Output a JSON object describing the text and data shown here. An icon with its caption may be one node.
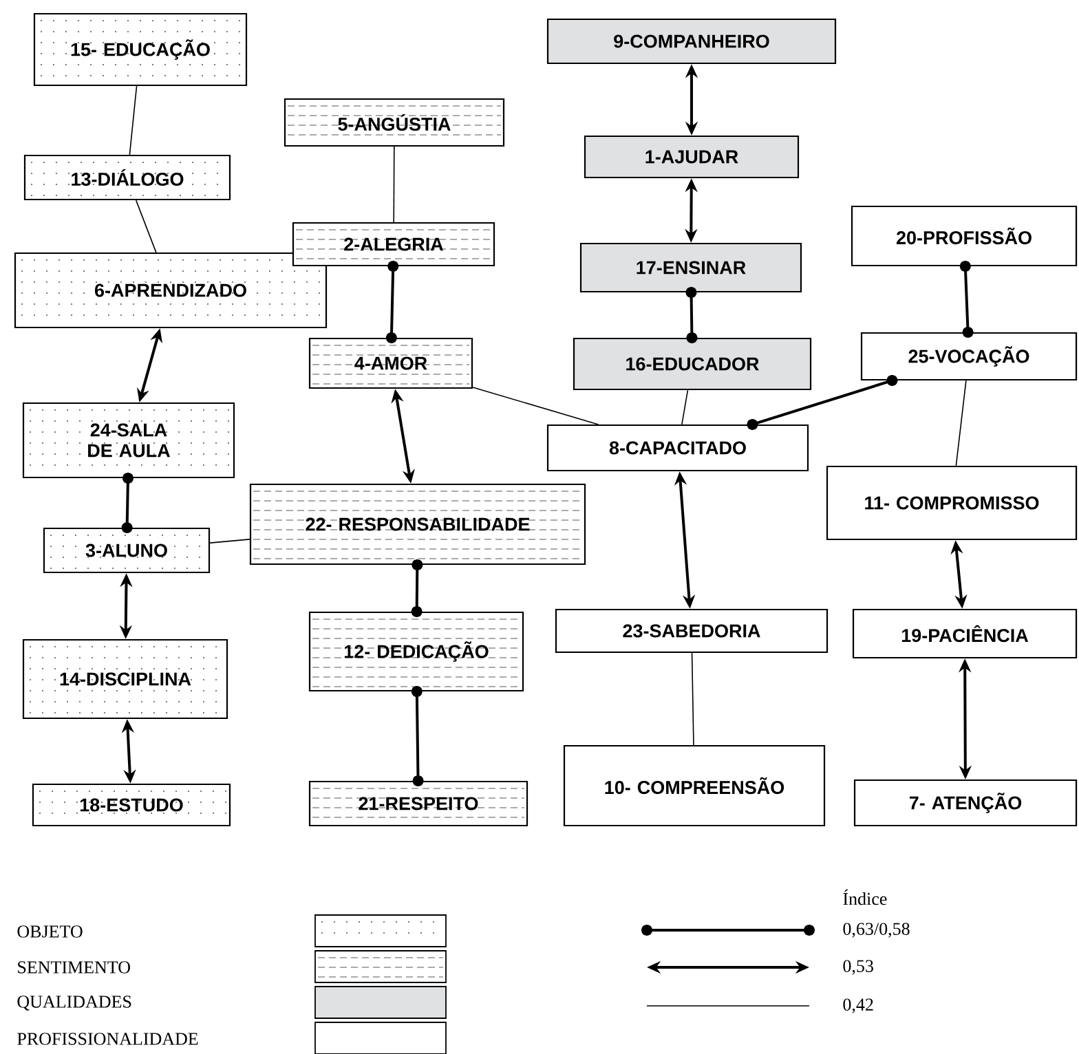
{
  "diagram": {
    "nodes": [
      {
        "text": [
          "15- EDUCAÇÃO"
        ]
      },
      {
        "text": [
          "13-DIÁLOGO"
        ]
      },
      {
        "text": [
          "6-APRENDIZADO"
        ]
      },
      {
        "text": [
          "24-SALA DE AULA"
        ]
      },
      {
        "text": [
          "3-ALUNO"
        ]
      },
      {
        "text": [
          "14-DISCIPLINA"
        ]
      },
      {
        "text": [
          "18-ESTUDO"
        ]
      },
      {
        "text": [
          "5-ANGÚSTIA"
        ]
      },
      {
        "text": [
          "2-ALEGRIA"
        ]
      },
      {
        "text": [
          "4-AMOR"
        ]
      },
      {
        "text": [
          "22- RESPONSABILIDADE"
        ]
      },
      {
        "text": [
          "12- DEDICAÇÃO"
        ]
      },
      {
        "text": [
          "21-RESPEITO"
        ]
      },
      {
        "text": [
          "9-COMPANHEIRO"
        ]
      },
      {
        "text": [
          "1-AJUDAR"
        ]
      },
      {
        "text": [
          "17-ENSINAR"
        ]
      },
      {
        "text": [
          "16-EDUCADOR"
        ]
      },
      {
        "text": [
          "8-CAPACITADO"
        ]
      },
      {
        "text": [
          "23-SABEDORIA"
        ]
      },
      {
        "text": [
          "10- COMPREENSÃO"
        ]
      },
      {
        "text": [
          "20-PROFISSÃO"
        ]
      },
      {
        "text": [
          "25-VOCAÇÃO"
        ]
      },
      {
        "text": [
          "11- COMPROMISSO"
        ]
      },
      {
        "text": [
          "19-PACIÊNCIA"
        ]
      },
      {
        "text": [
          "7- ATENÇÃO"
        ]
      }
    ],
    "edges": [
      {
        "from": 0,
        "to": 1,
        "arrow": "none"
      },
      {
        "from": 1,
        "to": 2,
        "arrow": "none"
      },
      {
        "from": 2,
        "to": 3,
        "arrow": "both"
      },
      {
        "from": 3,
        "to": 4,
        "arrow": "other"
      },
      {
        "from": 4,
        "to": 5,
        "arrow": "both"
      },
      {
        "from": 5,
        "to": 6,
        "arrow": "both"
      },
      {
        "from": 4,
        "to": 10,
        "arrow": "none"
      },
      {
        "from": 7,
        "to": 8,
        "arrow": "none"
      },
      {
        "from": 8,
        "to": 9,
        "arrow": "other"
      },
      {
        "from": 9,
        "to": 10,
        "arrow": "both"
      },
      {
        "from": 9,
        "to": 17,
        "arrow": "none"
      },
      {
        "from": 10,
        "to": 11,
        "arrow": "other"
      },
      {
        "from": 11,
        "to": 12,
        "arrow": "other"
      },
      {
        "from": 13,
        "to": 14,
        "arrow": "both"
      },
      {
        "from": 14,
        "to": 15,
        "arrow": "both"
      },
      {
        "from": 15,
        "to": 16,
        "arrow": "other"
      },
      {
        "from": 16,
        "to": 17,
        "arrow": "none"
      },
      {
        "from": 17,
        "to": 21,
        "arrow": "other"
      },
      {
        "from": 17,
        "to": 18,
        "arrow": "both"
      },
      {
        "from": 18,
        "to": 19,
        "arrow": "none"
      },
      {
        "from": 20,
        "to": 21,
        "arrow": "other"
      },
      {
        "from": 21,
        "to": 22,
        "arrow": "none"
      },
      {
        "from": 22,
        "to": 23,
        "arrow": "both"
      },
      {
        "from": 23,
        "to": 24,
        "arrow": "both"
      }
    ],
    "labels": [
      "Índice"
    ],
    "legend": [
      {
        "text": "OBJETO"
      },
      {
        "text": "SENTIMENTO"
      },
      {
        "text": "QUALIDADES",
        "color": "#e0e1e3"
      },
      {
        "text": "PROFISSIONALIDADE"
      },
      {
        "text": "0,63/0,58"
      },
      {
        "text": "0,53"
      },
      {
        "text": "0,42"
      }
    ]
  }
}
